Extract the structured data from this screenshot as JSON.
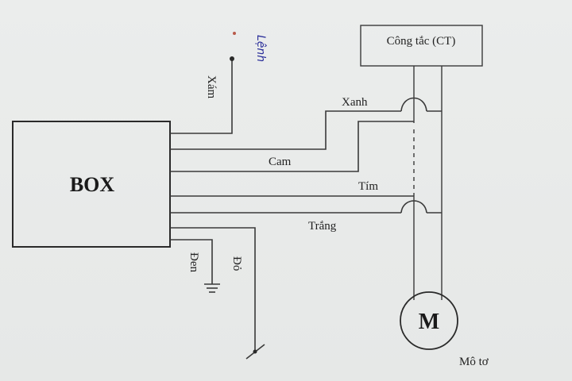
{
  "box": {
    "label": "BOX"
  },
  "switch": {
    "label": "Công tắc (CT)"
  },
  "motor": {
    "symbol": "M",
    "label": "Mô tơ"
  },
  "wires": {
    "xam": "Xám",
    "lenh": "Lệnh",
    "xanh": "Xanh",
    "cam": "Cam",
    "tim": "Tím",
    "trang": "Trắng",
    "den": "Đen",
    "do": "Đỏ"
  }
}
